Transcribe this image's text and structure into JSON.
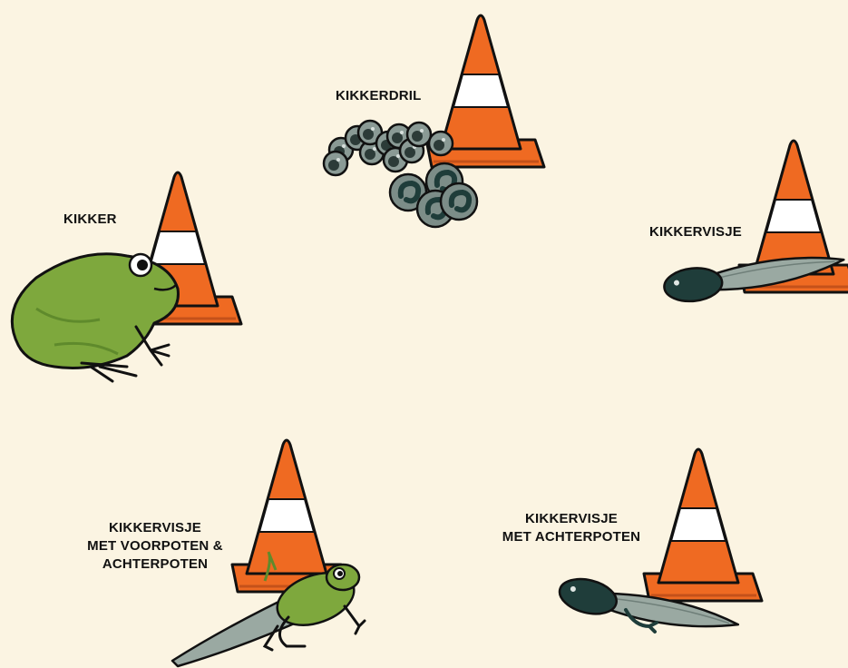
{
  "background": "#fbf4e2",
  "colors": {
    "cone": "#ef6a22",
    "cone_stripe": "#ffffff",
    "frog": "#7ea83d",
    "frog_dark": "#5f8a2c",
    "tadpole": "#1f3d3a",
    "tadpole_tail": "#9aa9a2",
    "spawn": "#7c8d88"
  },
  "stations": [
    {
      "id": "frogspawn",
      "label": "KIKKERDRIL",
      "icon": "frogspawn"
    },
    {
      "id": "tadpole",
      "label": "KIKKERVISJE",
      "icon": "tadpole"
    },
    {
      "id": "tadpole-hindlegs",
      "label_lines": [
        "KIKKERVISJE",
        "MET ACHTERPOTEN"
      ],
      "icon": "tadpole-with-hind-legs"
    },
    {
      "id": "froglet",
      "label_lines": [
        "KIKKERVISJE",
        "MET VOORPOTEN &",
        "ACHTERPOTEN"
      ],
      "icon": "froglet"
    },
    {
      "id": "frog",
      "label": "KIKKER",
      "icon": "frog"
    }
  ]
}
